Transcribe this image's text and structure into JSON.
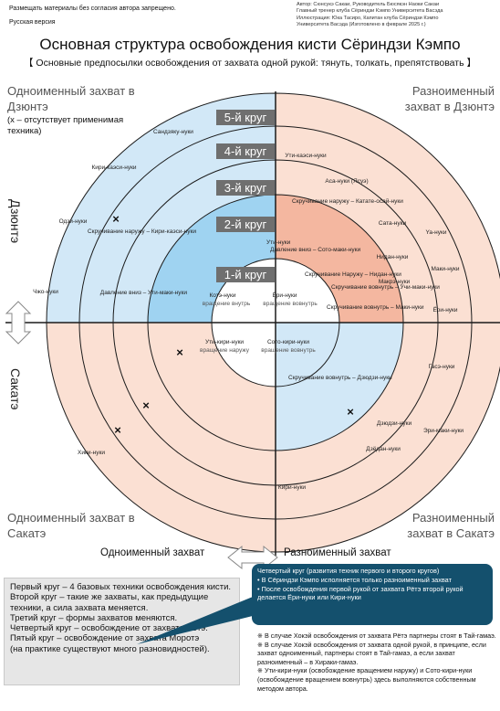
{
  "header": {
    "notice": "Размещать материалы без согласия автора запрещено.",
    "version": "Русская версия",
    "credits": [
      "Автор: Сюнсукэ Сакаи, Руководитель Бюсякэн Наоки Сакаи",
      "Главный тренер клуба Сёриндзи Кэмпо Университета Васэда",
      "Иллюстрация: Юка Тасиро, Капитан клуба Сёриндзи Кэмпо",
      "Университета Васэда (Изготовлено в феврале 2025 г.)"
    ]
  },
  "title": "Основная структура освобождения кисти Сёриндзи Кэмпо",
  "subtitle": "【 Основные предпосылки освобождения от захвата одной рукой: тянуть, толкать, препятствовать 】",
  "corners": {
    "top_left": "Одноименный захват в Дзюнтэ",
    "top_left_note": "(x – отсутствует применимая техника)",
    "top_right": "Разноименный захват в Дзюнтэ",
    "bottom_left": "Одноименный захват в Сакатэ",
    "bottom_right": "Разноименный захват в Сакатэ"
  },
  "sides": {
    "left_upper": "Дзюнтэ",
    "left_lower": "Сакатэ"
  },
  "bottom_labels": {
    "left": "Одноименный захват",
    "right": "Разноименный захват"
  },
  "rings": [
    {
      "label": "1-й круг"
    },
    {
      "label": "2-й круг"
    },
    {
      "label": "3-й круг"
    },
    {
      "label": "4-й круг"
    },
    {
      "label": "5-й круг"
    }
  ],
  "diagram_texts": {
    "kote_nuki": "Котэ-нуки",
    "kote_nuki_sub": "вращение внутрь",
    "eri_nuki": "Ёри-нуки",
    "eri_nuki_sub": "вращение вовнутрь",
    "uchi_kiri_nuki": "Ути-кири-нуки",
    "uchi_kiri_nuki_sub": "вращение наружу",
    "soto_kiri_nuki": "Сото-кири-нуки",
    "soto_kiri_nuki_sub": "вращение вовнутрь",
    "dv_uchi": "Давление вниз – Ути-маки-нуки",
    "dv_soto": "Давление вниз – Сото-маки-нуки",
    "skr_kiri": "Скручивание наружу – Кири-каэси-нуки",
    "skr_nidan": "Скручивание Наружу – Нидан-нуки",
    "skr_vovnutr_uchi": "Скручивание вовнутрь – Учи-маки-нуки",
    "skr_katate": "Скручивание наружу – Катате-осай-нуки",
    "skr_maki2": "Скручивание вовнутрь – Маки-нуки",
    "skr_bottom": "Скручивание вовнутрь – Дзюдзи-нуки",
    "sanjaku": "Сандзяку-нуки",
    "kiri_kaesi": "Кири-каэси-нуки",
    "ojo": "Одзи-нуки",
    "chjo_nuki": "Чжо-нуки",
    "uchi_kaesi": "Ути-каэси-нуки",
    "kasa": "Аса-нуки (Ясуэ)",
    "uchi_nuki": "Ути-нуки",
    "sata_nuki": "Сата-нуки",
    "nidan_nuki": "Нидан-нуки",
    "ya_nuki": "Ya-нуки",
    "maki_nuki": "Маки-нуки",
    "makre_nuki": "Макрэ-нуки",
    "eri_nuki2": "Ёри-нуки",
    "gasa": "Гасэ-нуки",
    "jujutsu": "Дзюдзи-нуки",
    "kiri_nuki": "Кири-нуки",
    "hiki_nuki": "Хики-нуки",
    "dzhodan": "Дзёдан-нуки",
    "eri_maki": "Эри-маки-нуки"
  },
  "legend": [
    "Первый круг – 4 базовых техники освобождения кисти.",
    "Второй круг – такие же захваты, как предыдущие техники, а сила захвата меняется.",
    "Третий круг – формы захватов меняются.",
    "Четвертый круг – освобождение от захвата Рётэ.",
    "Пятый круг – освобождение от захвата Моротэ",
    "(на практике существуют много разновидностей)."
  ],
  "callout": {
    "title": "Четвертый круг (развития техник первого и второго кругов)",
    "items": [
      "В Сёриндзи Кэмпо исполняется только разноименный захват",
      "После освобождения первой рукой от захвата Рётэ второй рукой делается Ёри-нуки или Кири-нуки"
    ]
  },
  "notes": [
    "※ В случае Хокэй освобождения от захвата Рётэ партнеры стоят в Тай-гамаэ.",
    "※ В случае Хокэй освобождения от захвата одной рукой, в принципе, если захват одноименный, партнеры стоят в Тай-гамаэ, а если захват разноименный – в Хираки-гамаэ.",
    "※ Ути-кири-нуки (освобождение вращением наружу) и Сото-кири-нуки (освобождение вращением вовнутрь) здесь выполняются собственным методом автора."
  ],
  "colors": {
    "blue_light": "#d2e8f7",
    "blue_mid": "#9fd3f1",
    "pink_light": "#fbe0d3",
    "pink_mid": "#f4b7a0",
    "label_box": "#6f6f6f",
    "callout_bg": "#14506d"
  }
}
